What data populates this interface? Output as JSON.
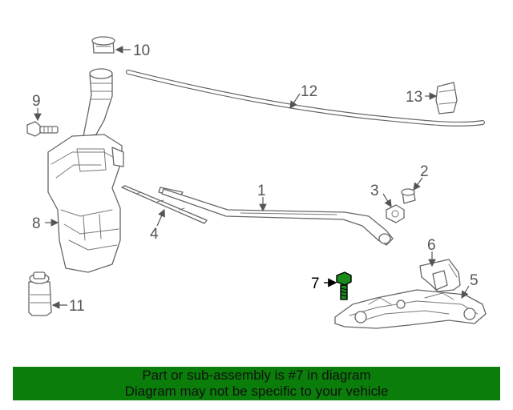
{
  "callouts": {
    "c1": "1",
    "c2": "2",
    "c3": "3",
    "c4": "4",
    "c5": "5",
    "c6": "6",
    "c7": "7",
    "c8": "8",
    "c9": "9",
    "c10": "10",
    "c11": "11",
    "c12": "12",
    "c13": "13"
  },
  "highlight": {
    "part_number": "7",
    "color": "#0a7d0a"
  },
  "banner": {
    "line1": "Part or sub-assembly is #7 in diagram",
    "line2": "Diagram may not be specific to your vehicle",
    "background": "#0a7d0a"
  }
}
